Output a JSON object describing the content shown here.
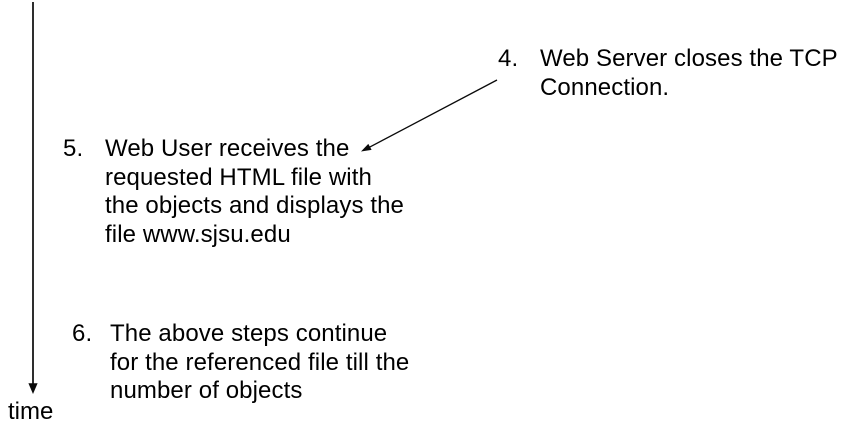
{
  "canvas": {
    "background": "#ffffff",
    "ink_color": "#000000"
  },
  "timeline": {
    "label": "time",
    "direction": "downward-arrow"
  },
  "steps": [
    {
      "number": "4.",
      "text": "Web Server closes the TCP\nConnection."
    },
    {
      "number": "5.",
      "text": "Web User receives the\nrequested HTML file with\nthe objects and displays the\nfile www.sjsu.edu"
    },
    {
      "number": "6.",
      "text": "The above steps continue\nfor the referenced file till the\nnumber of objects"
    }
  ],
  "arrows": {
    "diagonal_arrow_meaning": "points from step 4 text to end of step 5 first line"
  }
}
